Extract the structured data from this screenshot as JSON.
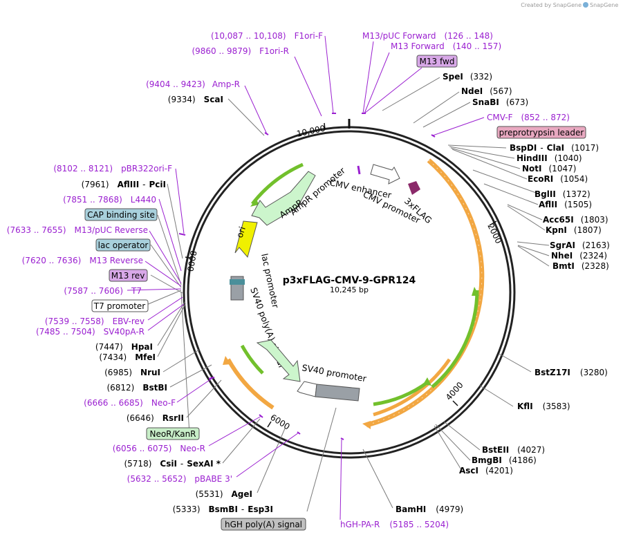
{
  "watermark": "Created by SnapGene",
  "plasmid": {
    "name": "p3xFLAG-CMV-9-GPR124",
    "size_label": "10,245 bp"
  },
  "ticks": [
    "2000",
    "4000",
    "6000",
    "8000",
    "10,000"
  ],
  "enzymes": [
    {
      "name": "SpeI",
      "pos": "(332)"
    },
    {
      "name": "NdeI",
      "pos": "(567)"
    },
    {
      "name": "SnaBI",
      "pos": "(673)"
    },
    {
      "name": "BspDI",
      "sep": "-",
      "name2": "ClaI",
      "pos": "(1017)"
    },
    {
      "name": "HindIII",
      "pos": "(1040)"
    },
    {
      "name": "NotI",
      "pos": "(1047)"
    },
    {
      "name": "EcoRI",
      "pos": "(1054)"
    },
    {
      "name": "BglII",
      "pos": "(1372)"
    },
    {
      "name": "AflII",
      "pos": "(1505)"
    },
    {
      "name": "Acc65I",
      "pos": "(1803)"
    },
    {
      "name": "KpnI",
      "pos": "(1807)"
    },
    {
      "name": "SgrAI",
      "pos": "(2163)"
    },
    {
      "name": "NheI",
      "pos": "(2324)"
    },
    {
      "name": "BmtI",
      "pos": "(2328)"
    },
    {
      "name": "BstZ17I",
      "pos": "(3280)"
    },
    {
      "name": "KflI",
      "pos": "(3583)"
    },
    {
      "name": "BstEII",
      "pos": "(4027)"
    },
    {
      "name": "BmgBI",
      "pos": "(4186)"
    },
    {
      "name": "AscI",
      "pos": "(4201)"
    },
    {
      "name": "BamHI",
      "pos": "(4979)"
    },
    {
      "name": "BsmBI",
      "sep": "-",
      "name2": "Esp3I",
      "pos": "(5333)"
    },
    {
      "name": "AgeI",
      "pos": "(5531)"
    },
    {
      "name": "CsiI",
      "sep": "-",
      "name2": "SexAI *",
      "pos": "(5718)"
    },
    {
      "name": "RsrII",
      "pos": "(6646)"
    },
    {
      "name": "BstBI",
      "pos": "(6812)"
    },
    {
      "name": "NruI",
      "pos": "(6985)"
    },
    {
      "name": "MfeI",
      "pos": "(7434)"
    },
    {
      "name": "HpaI",
      "pos": "(7447)"
    },
    {
      "name": "AflIII",
      "sep": "-",
      "name2": "PciI",
      "pos": "(7961)"
    },
    {
      "name": "ScaI",
      "pos": "(9334)"
    }
  ],
  "primers": [
    {
      "name": "F1ori-F",
      "range": "(10,087 .. 10,108)"
    },
    {
      "name": "F1ori-R",
      "range": "(9860 .. 9879)"
    },
    {
      "name": "M13/pUC Forward",
      "range": "(126 .. 148)"
    },
    {
      "name": "M13 Forward",
      "range": "(140 .. 157)"
    },
    {
      "name": "CMV-F",
      "range": "(852 .. 872)"
    },
    {
      "name": "Amp-R",
      "range": "(9404 .. 9423)"
    },
    {
      "name": "pBR322ori-F",
      "range": "(8102 .. 8121)"
    },
    {
      "name": "L4440",
      "range": "(7851 .. 7868)"
    },
    {
      "name": "M13/pUC Reverse",
      "range": "(7633 .. 7655)"
    },
    {
      "name": "M13 Reverse",
      "range": "(7620 .. 7636)"
    },
    {
      "name": "T7",
      "range": "(7587 .. 7606)"
    },
    {
      "name": "EBV-rev",
      "range": "(7539 .. 7558)"
    },
    {
      "name": "SV40pA-R",
      "range": "(7485 .. 7504)"
    },
    {
      "name": "Neo-F",
      "range": "(6666 .. 6685)"
    },
    {
      "name": "Neo-R",
      "range": "(6056 .. 6075)"
    },
    {
      "name": "pBABE 3'",
      "range": "(5632 .. 5652)"
    },
    {
      "name": "hGH-PA-R",
      "range": "(5185 .. 5204)"
    }
  ],
  "boxed_features": [
    {
      "name": "M13 fwd",
      "color": "#d8a8e8"
    },
    {
      "name": "preprotrypsin leader",
      "color": "#e8a8c0"
    },
    {
      "name": "CAP binding site",
      "color": "#a8d0dc"
    },
    {
      "name": "lac operator",
      "color": "#a8d0dc"
    },
    {
      "name": "M13 rev",
      "color": "#d8a8e8"
    },
    {
      "name": "T7 promoter",
      "color": "#ffffff"
    },
    {
      "name": "NeoR/KanR",
      "color": "#c8eec8"
    },
    {
      "name": "hGH poly(A) signal",
      "color": "#c0c0c0"
    }
  ],
  "inner_features": [
    "CMV enhancer",
    "CMV promoter",
    "3xFLAG",
    "AmpR",
    "AmpR promoter",
    "ori",
    "lac promoter",
    "SV40 poly(A) signal",
    "SV40 promoter"
  ],
  "colors": {
    "primer": "#9a1fd0",
    "orf_orange": "#f2a742",
    "orf_green": "#72c02c",
    "ampr": "#ccf5cc",
    "ori": "#f0f000",
    "grey": "#9aa0a6"
  }
}
